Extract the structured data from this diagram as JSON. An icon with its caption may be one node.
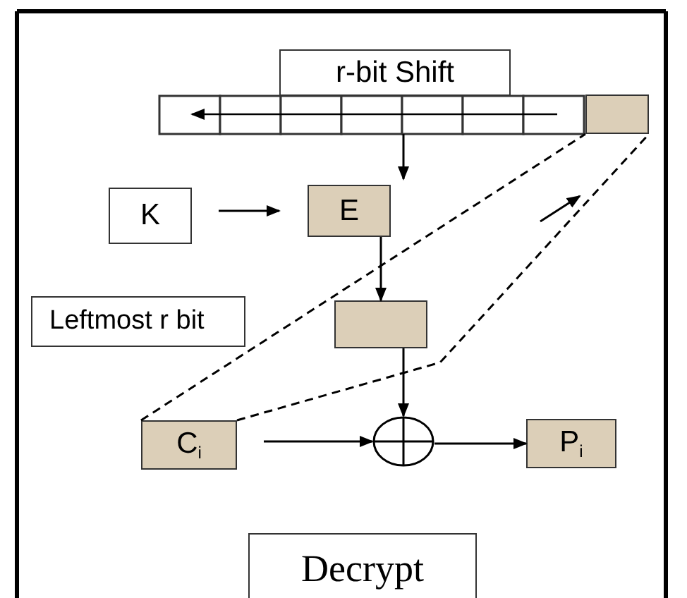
{
  "diagram": {
    "nodes": [
      {
        "text": [
          "r-bit Shift"
        ]
      },
      {
        "text": [],
        "shape": "box"
      },
      {
        "text": [],
        "shape": "box"
      },
      {
        "text": [
          "K"
        ]
      },
      {
        "text": [
          "E"
        ]
      },
      {
        "text": [
          "Leftmost r bit"
        ]
      },
      {
        "text": [],
        "shape": "box"
      },
      {
        "text": [
          "C$_{i}$"
        ]
      },
      {
        "text": [],
        "shape": "circle"
      },
      {
        "text": [
          "P$_{i}$"
        ]
      },
      {
        "text": [
          "Decrypt"
        ]
      }
    ],
    "edges": [
      {
        "from": 1,
        "to": 4,
        "arrow": "to"
      },
      {
        "from": 3,
        "to": 4,
        "arrow": "to"
      },
      {
        "from": 4,
        "to": 6,
        "arrow": "to"
      },
      {
        "from": 6,
        "to": 8,
        "arrow": "to"
      },
      {
        "from": 7,
        "to": 8,
        "arrow": "to"
      },
      {
        "from": 8,
        "to": 9,
        "arrow": "to"
      },
      {
        "from": 7,
        "to": 2,
        "arrow": "none",
        "style": "dashed"
      },
      {
        "from": 7,
        "to": 2,
        "arrow": "none",
        "style": "dashed"
      }
    ]
  }
}
